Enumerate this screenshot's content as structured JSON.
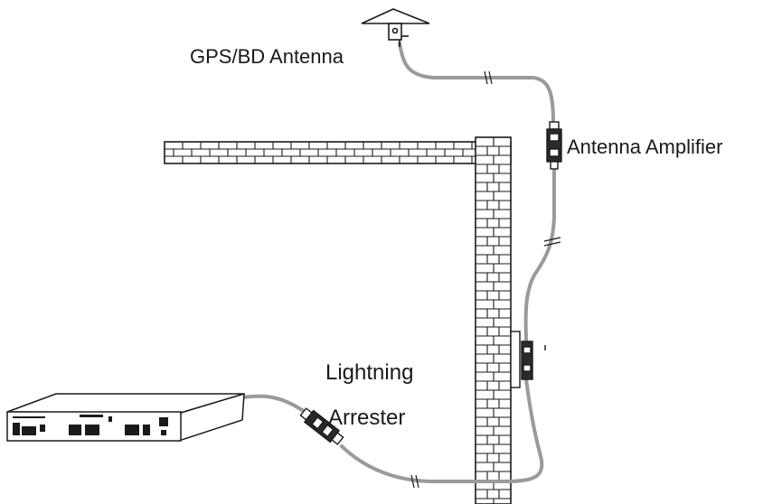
{
  "labels": {
    "antenna": "GPS/BD Antenna",
    "amplifier": "Antenna Amplifier",
    "arrester_line1": "Lightning",
    "arrester_line2": "Arrester"
  },
  "colors": {
    "cable": "#9a9a9a",
    "outline": "#1a1a1a",
    "brick_fill": "#ffffff",
    "text": "#1a1a1a"
  },
  "icons": {
    "antenna": "gps-antenna-icon",
    "amplifier": "antenna-amplifier-icon",
    "arrester": "lightning-arrester-icon",
    "receiver": "receiver-unit-icon"
  }
}
